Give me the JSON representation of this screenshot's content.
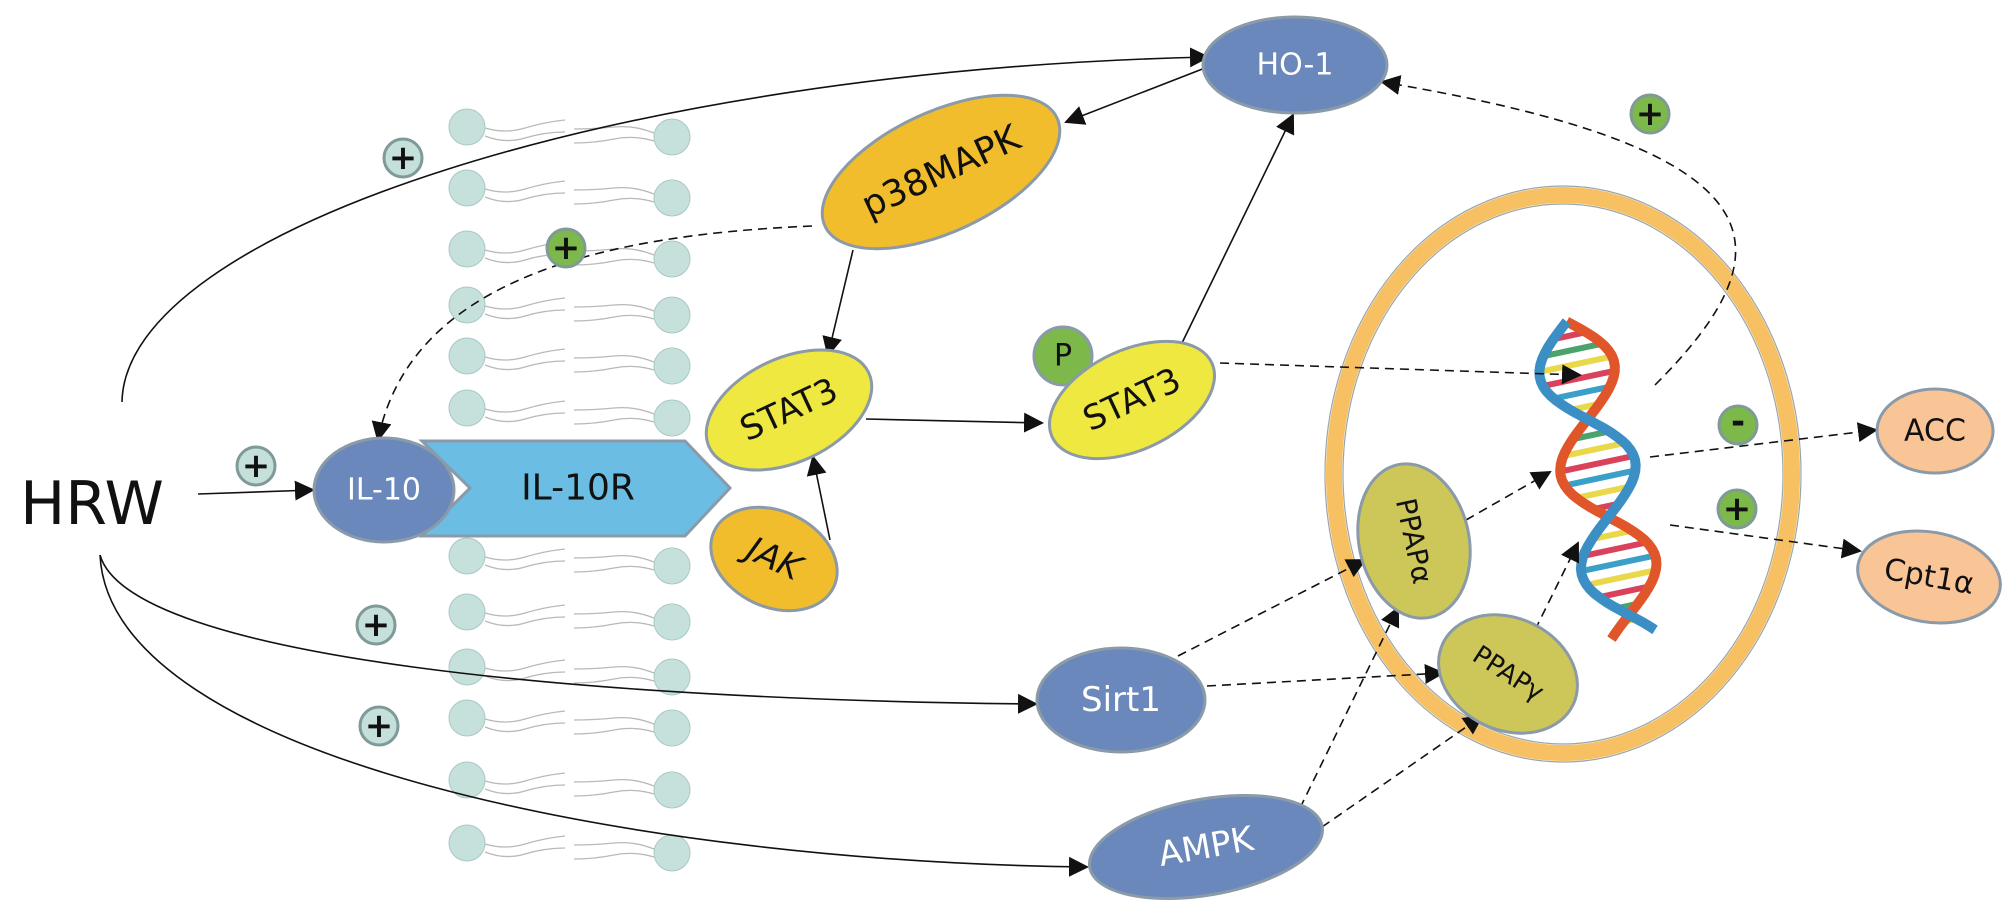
{
  "source": "HRW",
  "nodes": {
    "il10": "IL-10",
    "il10r": "IL-10R",
    "stat3": "STAT3",
    "jak": "JAK",
    "p38mapk": "p38MAPK",
    "ho1": "HO-1",
    "p_stat3": "STAT3",
    "phospho": "P",
    "sirt1": "Sirt1",
    "ampk": "AMPK",
    "ppara": "PPAPα",
    "pparg": "PPAPγ",
    "acc": "ACC",
    "cpt1a": "Cpt1α"
  },
  "signs": {
    "plus": "+",
    "minus": "-"
  },
  "colors": {
    "blue_node": "#6a88bb",
    "receptor": "#6bbde3",
    "stat3": "#efe840",
    "kinase": "#f2bd2c",
    "ppar": "#cdc75a",
    "target": "#f9c496",
    "nucleus": "#f7c062",
    "green_sign": "#7cb84a",
    "grey_sign": "#c5dfdb",
    "lipid": "#c6e0dc"
  }
}
